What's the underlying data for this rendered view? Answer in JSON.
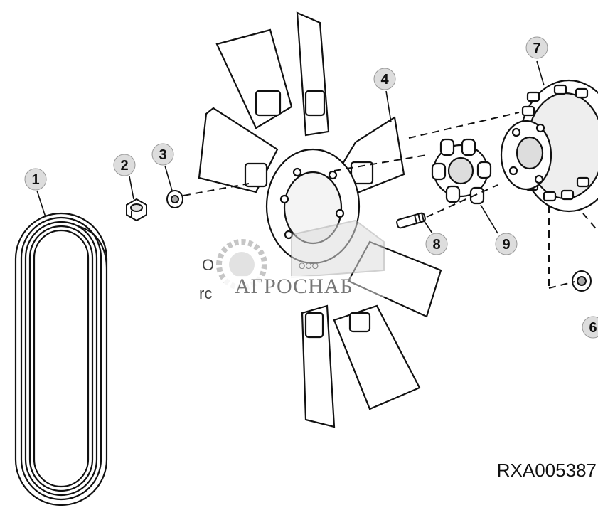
{
  "callouts": [
    {
      "id": "1",
      "label": "1"
    },
    {
      "id": "2",
      "label": "2"
    },
    {
      "id": "3",
      "label": "3"
    },
    {
      "id": "4",
      "label": "4"
    },
    {
      "id": "6",
      "label": "6"
    },
    {
      "id": "7",
      "label": "7"
    },
    {
      "id": "8",
      "label": "8"
    },
    {
      "id": "9",
      "label": "9"
    }
  ],
  "reference_code": "RXA005387",
  "watermark": {
    "brand": "АГРОСНАБ",
    "prefix": "ООО",
    "fragment_top": "O",
    "fragment_bottom": "rc"
  }
}
